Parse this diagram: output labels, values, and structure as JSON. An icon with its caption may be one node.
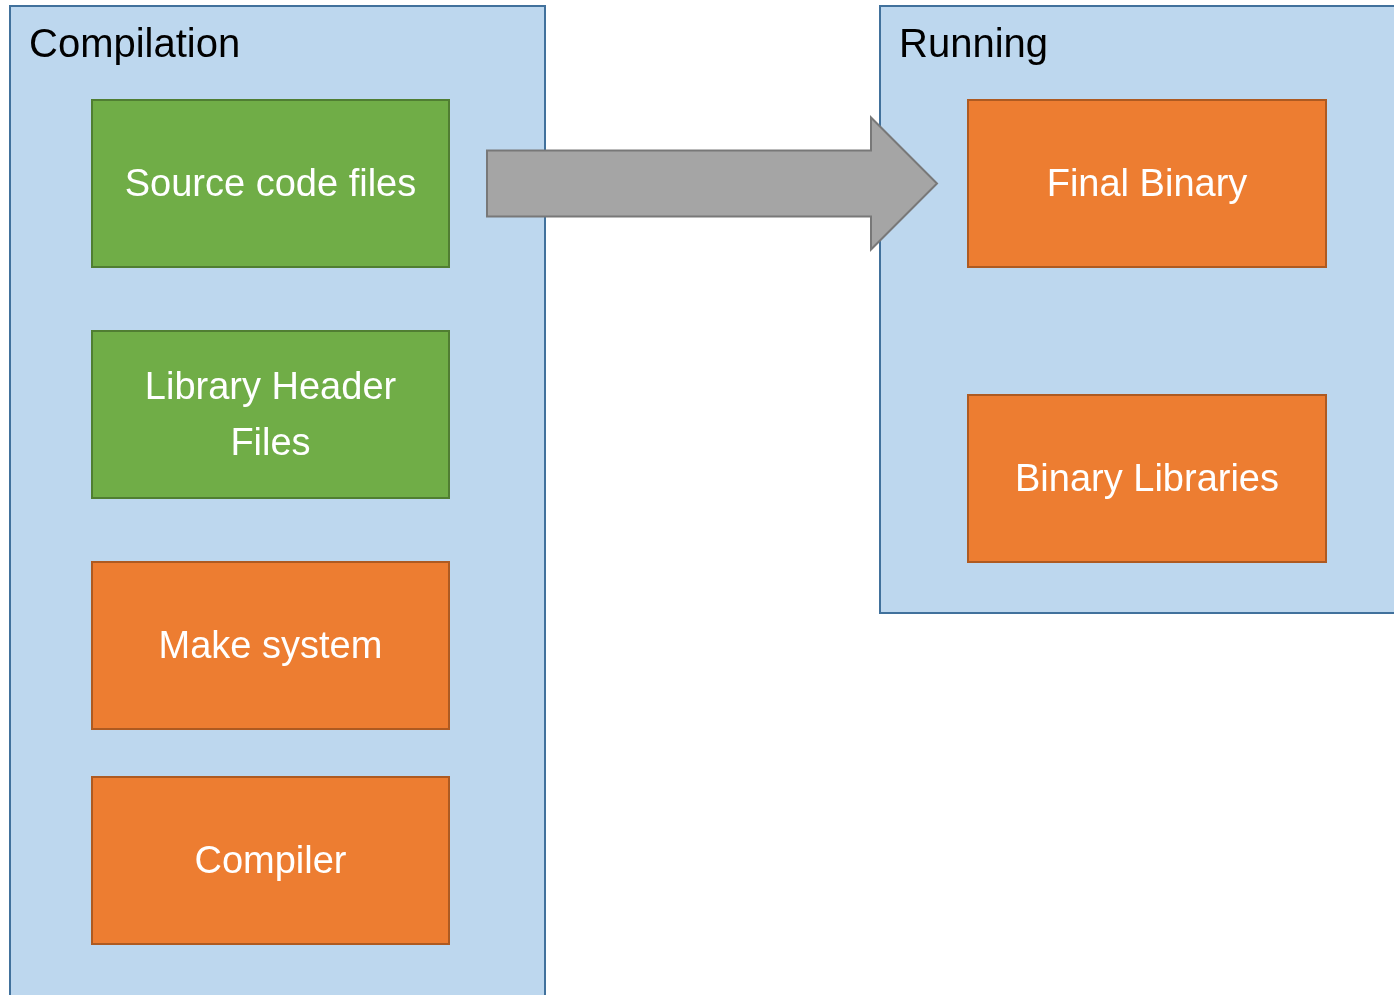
{
  "diagram": {
    "nodes": [
      {
        "text": [
          "Compilation"
        ]
      },
      {
        "text": [
          "Source code files"
        ],
        "in": 0
      },
      {
        "text": [
          "Library Header Files"
        ],
        "in": 0
      },
      {
        "text": [
          "Make system"
        ],
        "in": 0
      },
      {
        "text": [
          "Compiler"
        ],
        "in": 0
      },
      {
        "text": [
          "Running"
        ]
      },
      {
        "text": [
          "Final Binary"
        ],
        "in": 5
      },
      {
        "text": [
          "Binary Libraries"
        ],
        "in": 5
      }
    ],
    "edges": [
      {
        "from": 1,
        "to": 6,
        "arrow": "to",
        "style": "thick",
        "color": "#a5a5a5"
      }
    ]
  }
}
